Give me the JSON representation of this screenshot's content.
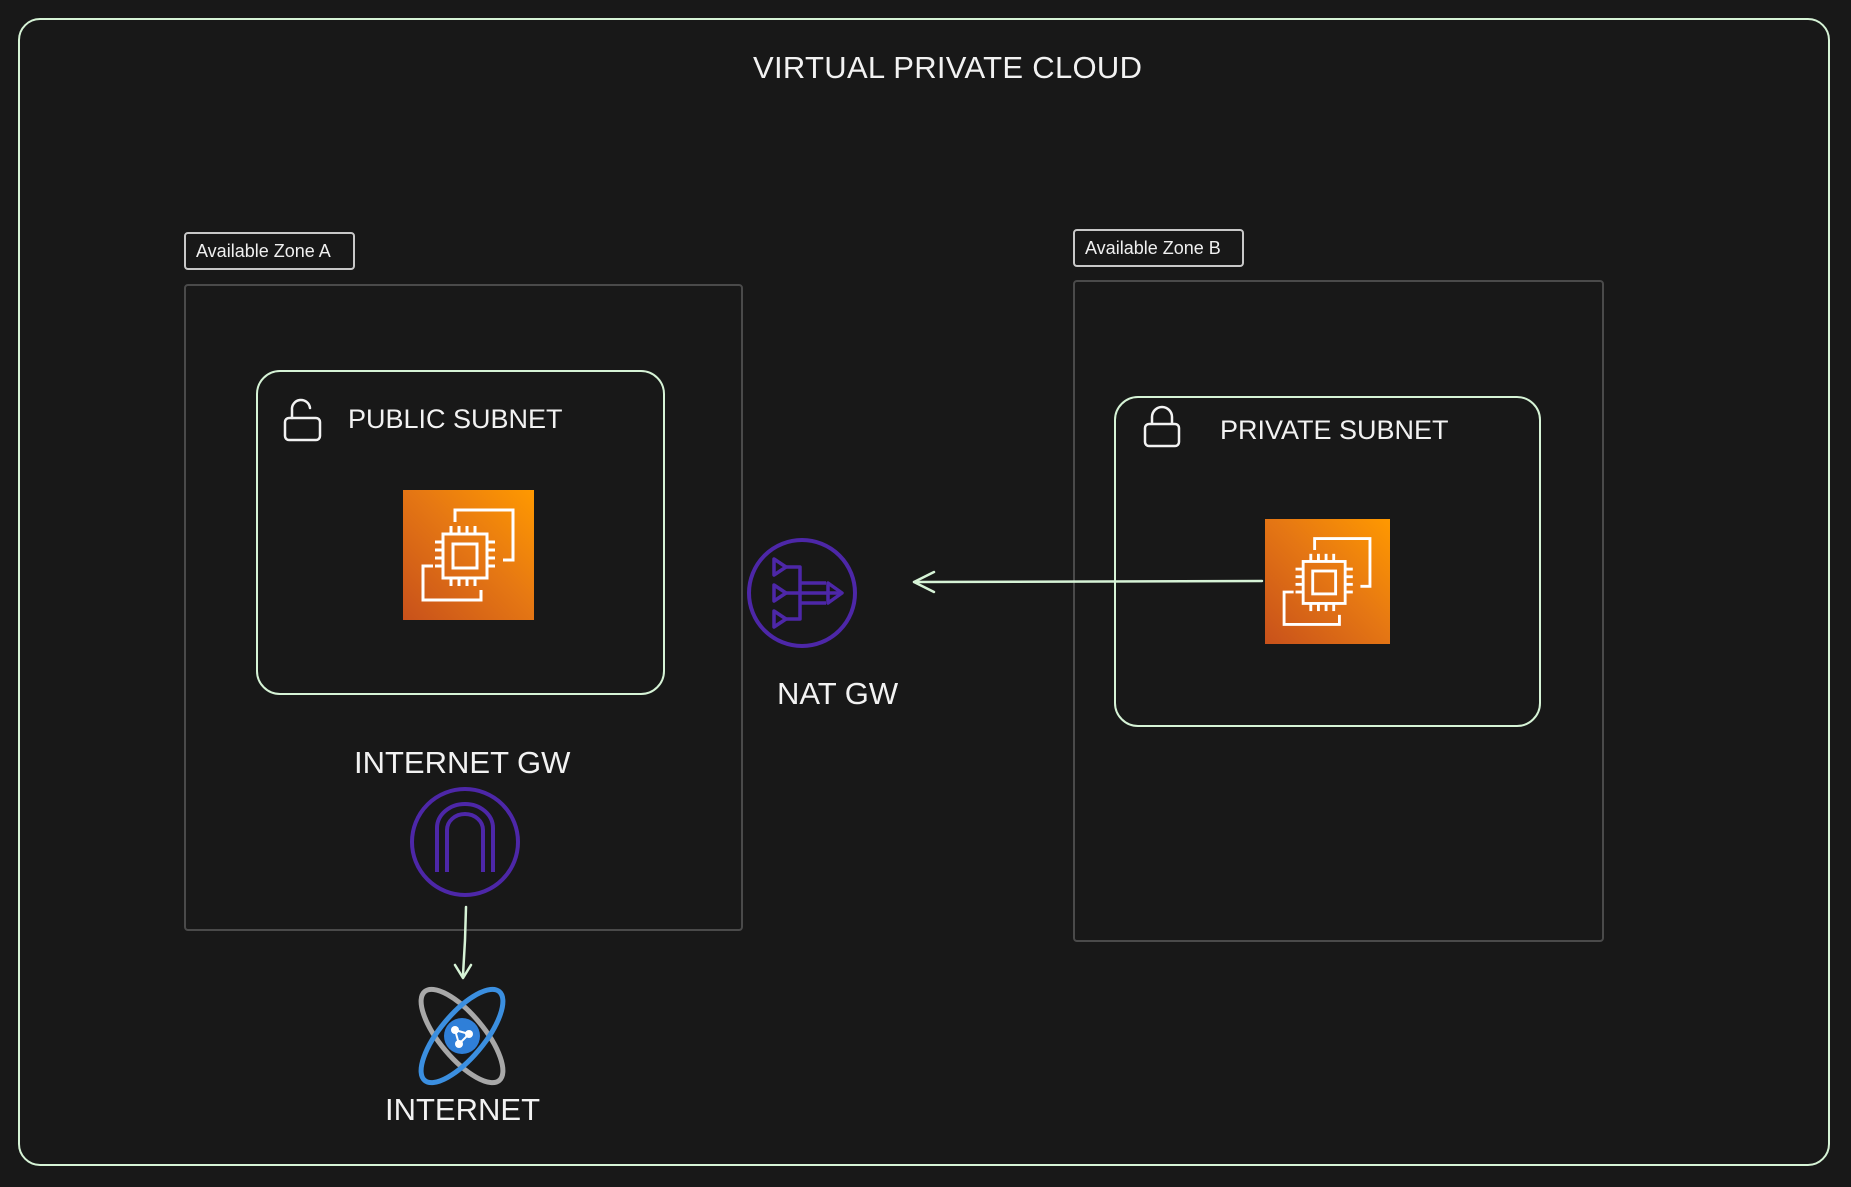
{
  "diagram": {
    "title": "VIRTUAL PRIVATE CLOUD",
    "zones": [
      {
        "label": "Available Zone A"
      },
      {
        "label": "Available Zone B"
      }
    ],
    "public_subnet": {
      "label": "PUBLIC SUBNET",
      "icon": "lock-open-icon"
    },
    "private_subnet": {
      "label": "PRIVATE SUBNET",
      "icon": "lock-closed-icon"
    },
    "nat_gateway": {
      "label": "NAT GW",
      "icon": "nat-gateway-icon"
    },
    "internet_gateway": {
      "label": "INTERNET GW",
      "icon": "internet-gateway-icon"
    },
    "internet": {
      "label": "INTERNET",
      "icon": "internet-globe-icon"
    },
    "instances": [
      {
        "icon": "ec2-instance-icon",
        "subnet": "public"
      },
      {
        "icon": "ec2-instance-icon",
        "subnet": "private"
      }
    ],
    "connections": [
      {
        "from": "private-ec2",
        "to": "nat-gateway"
      },
      {
        "from": "internet-gateway",
        "to": "internet"
      }
    ],
    "colors": {
      "background": "#181818",
      "vpc_border": "#d6f3d6",
      "zone_border": "#4a4a4a",
      "gateway": "#4d27a8",
      "ec2_gradient": [
        "#c8511b",
        "#ff9900"
      ],
      "internet_blue": "#3b8fe0"
    }
  }
}
